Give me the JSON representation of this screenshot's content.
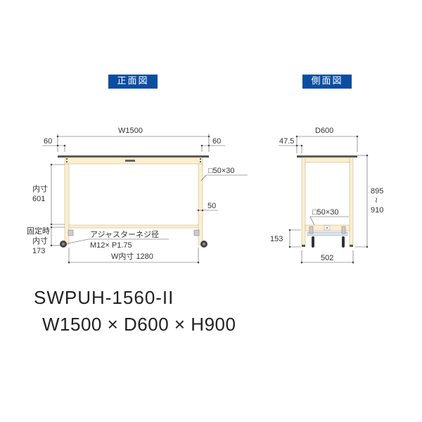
{
  "views": {
    "front": {
      "title": "正面図",
      "width_label": "W1500",
      "left_overhang": "60",
      "right_overhang": "60",
      "inner_height_label": "内寸",
      "inner_height_value": "601",
      "fixed_label_1": "固定時",
      "fixed_label_2": "内寸",
      "fixed_value": "173",
      "frame_section": "□50×30",
      "rail_height": "50",
      "adjuster_label": "アジャスターネジ径",
      "adjuster_spec": "M12× P1.75",
      "inner_width": "W内寸 1280"
    },
    "side": {
      "title": "側面図",
      "depth_label": "D600",
      "overhang": "47.5",
      "height_range_top": "895",
      "height_range_sep": "≀",
      "height_range_bottom": "910",
      "frame_section": "□50×30",
      "caster_height": "153",
      "inner_depth": "502"
    }
  },
  "product": {
    "model": "SWPUH-1560-II",
    "dimensions": "W1500 × D600 × H900"
  },
  "colors": {
    "label_bg": "#0a4ea0",
    "frame": "#fbefd0",
    "frame_edge": "#c9b98f",
    "top": "#555555",
    "dim_line": "#555555"
  }
}
